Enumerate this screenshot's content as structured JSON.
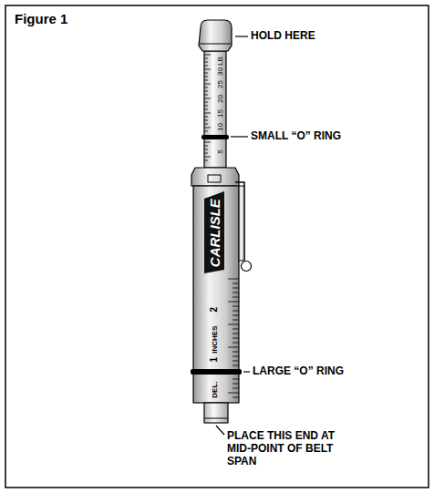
{
  "diagram": {
    "title": "Figure 1",
    "labels": [
      "HOLD HERE",
      "SMALL “O” RING",
      "LARGE “O” RING",
      "PLACE THIS END AT MID-POINT OF BELT SPAN",
      "30 LB",
      "25",
      "20",
      "15",
      "10",
      "5",
      "CARLISLE",
      "INCHES",
      "2",
      "1",
      "DEL."
    ]
  }
}
